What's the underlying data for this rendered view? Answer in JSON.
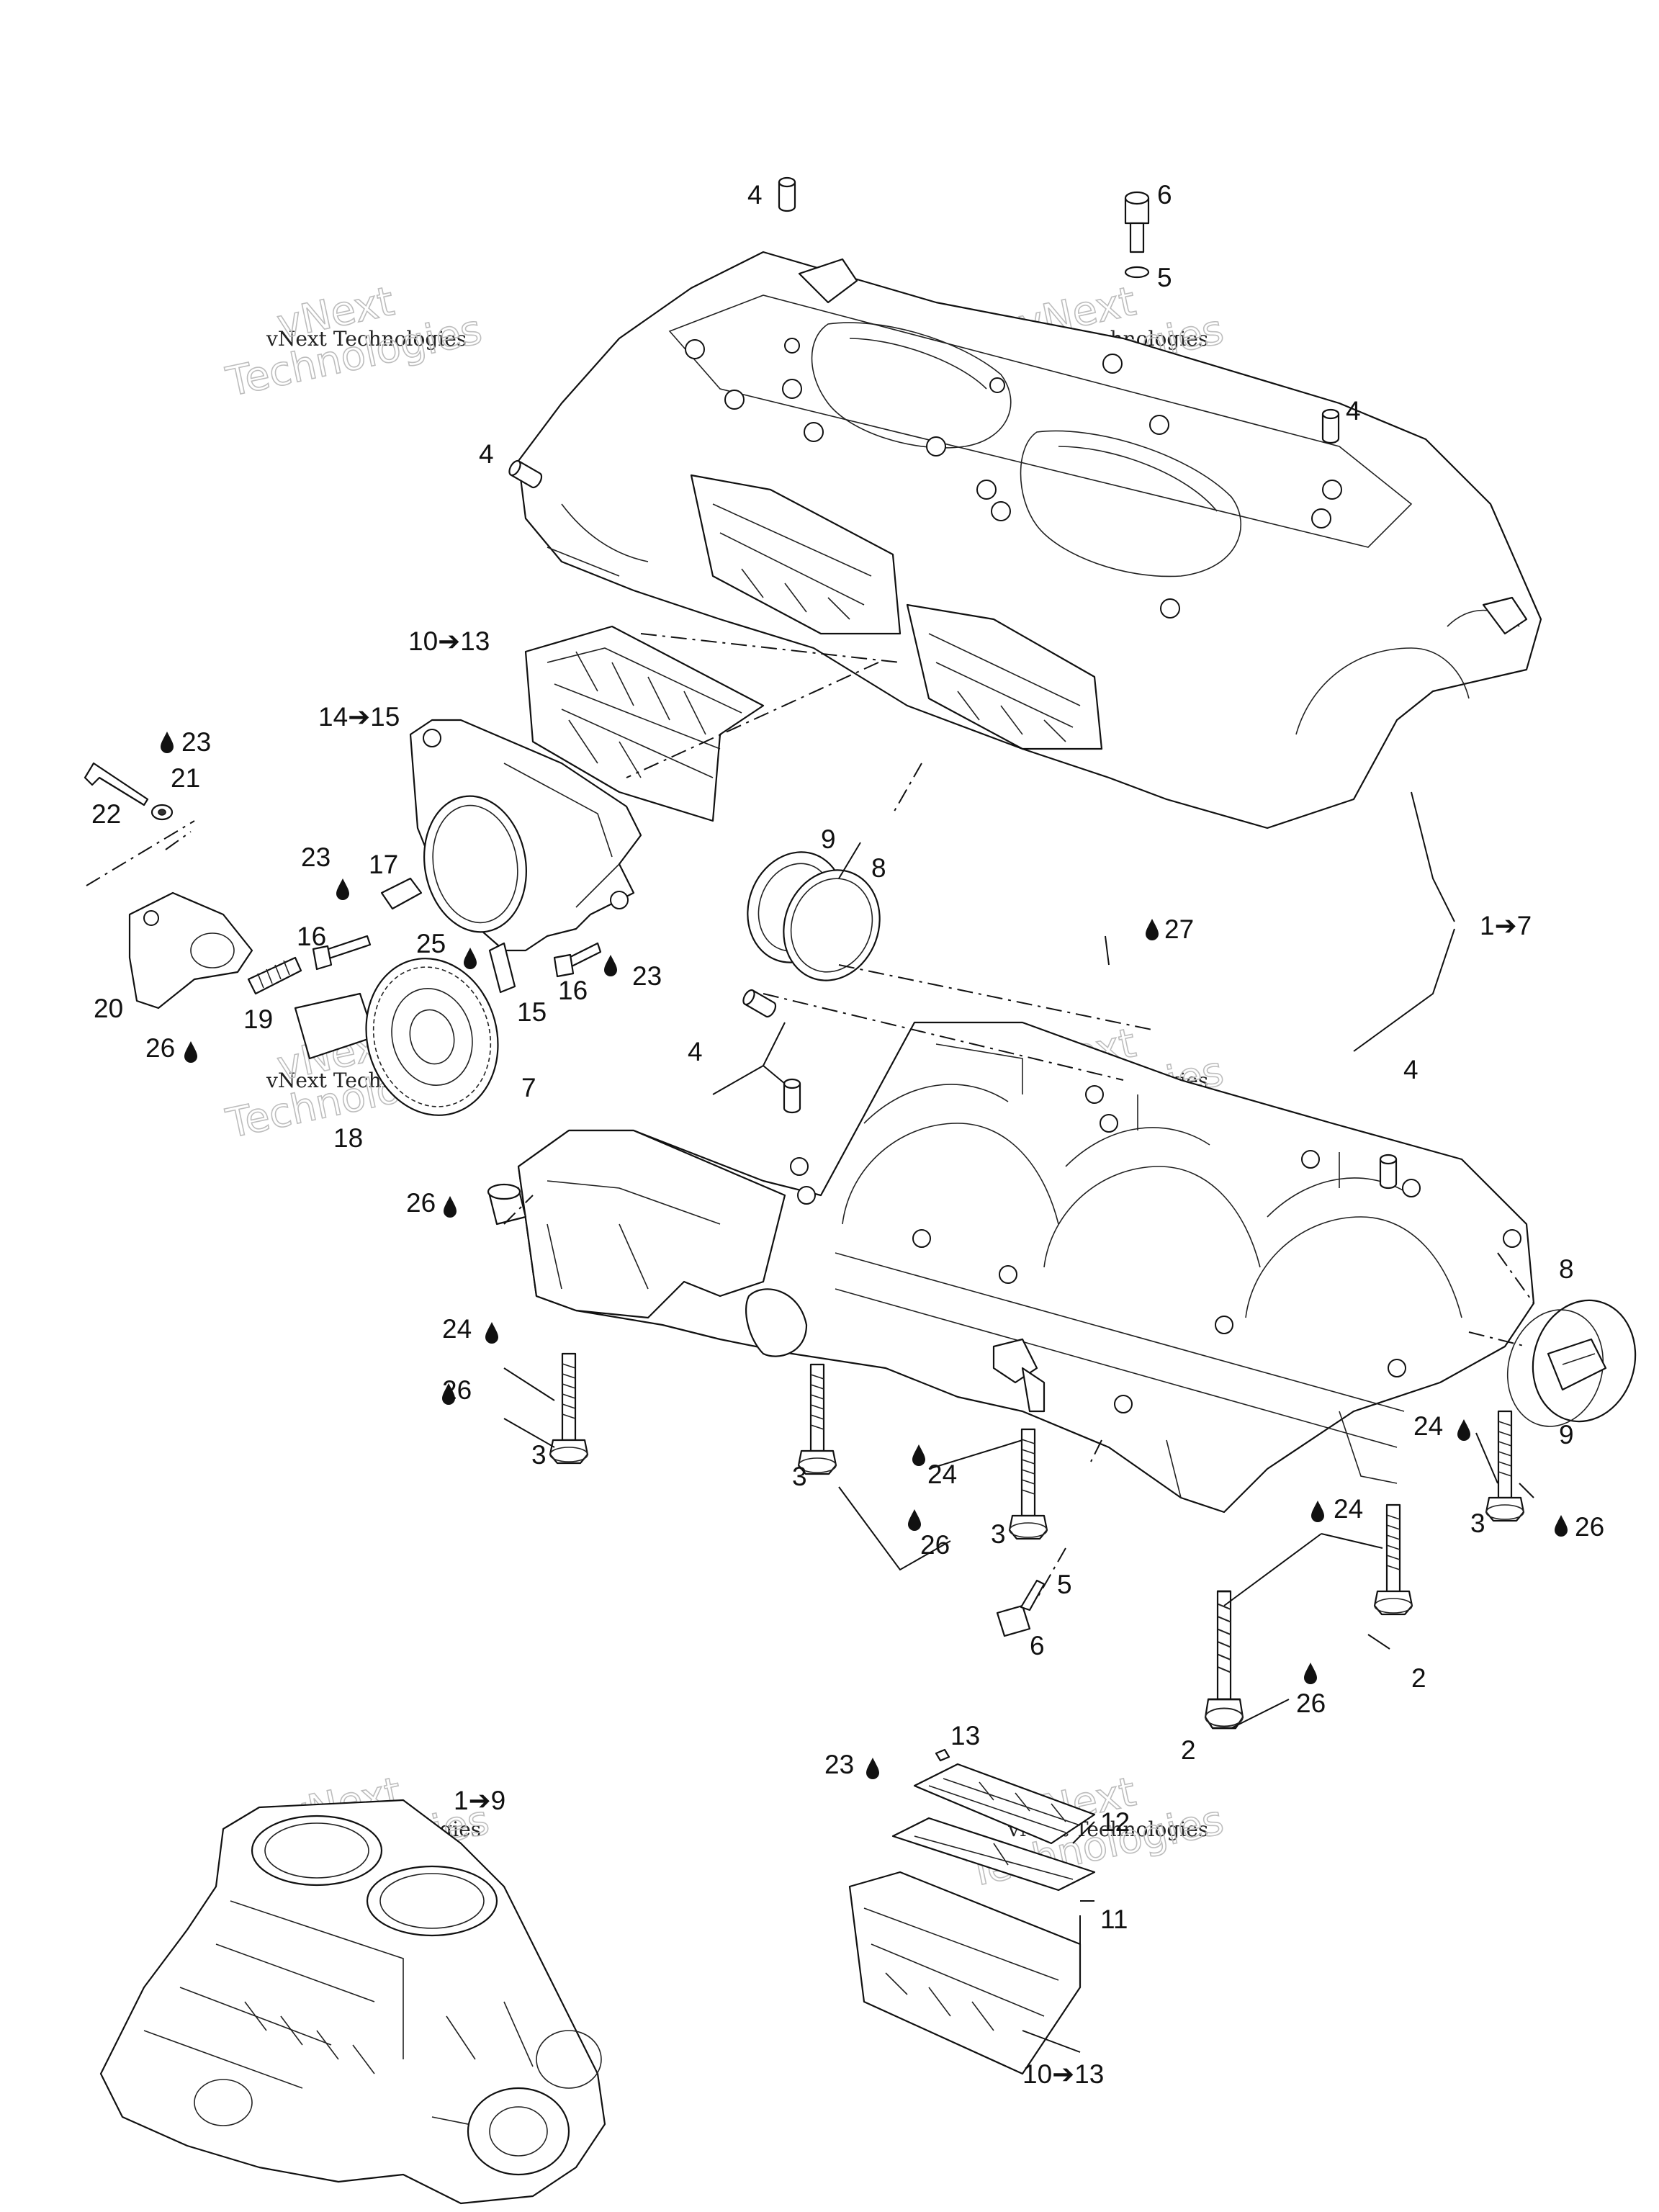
{
  "watermark": {
    "line_small": "vNext Technologies",
    "big_line1": "vNext",
    "big_line2": "Technologies"
  },
  "callouts": {
    "c4_top": "4",
    "c6_top": "6",
    "c5_top": "5",
    "c4_right_top": "4",
    "c4_left_top": "4",
    "c10_13_upper": "10➔13",
    "c14_15": "14➔15",
    "c23_a": "23",
    "c21": "21",
    "c22": "22",
    "c23_b": "23",
    "c17": "17",
    "c9_upper": "9",
    "c8_upper": "8",
    "c27": "27",
    "c1_7": "1➔7",
    "c16_a": "16",
    "c25": "25",
    "c23_c": "23",
    "c15": "15",
    "c16_b": "16",
    "c20": "20",
    "c19": "19",
    "c26_a": "26",
    "c4_mid": "4",
    "c7": "7",
    "c18": "18",
    "c4_right_mid": "4",
    "c26_b": "26",
    "c24_a": "24",
    "c26_c": "26",
    "c3_a": "3",
    "c24_b": "24",
    "c3_b": "3",
    "c26_d": "26",
    "c3_c": "3",
    "c8_lower": "8",
    "c9_lower": "9",
    "c24_c": "24",
    "c3_d": "3",
    "c26_e": "26",
    "c24_d": "24",
    "c5_lower": "5",
    "c6_lower": "6",
    "c26_f": "26",
    "c2_a": "2",
    "c2_b": "2",
    "c13": "13",
    "c23_d": "23",
    "c1_9": "1➔9",
    "c12": "12",
    "c11": "11",
    "c10_13_lower": "10➔13"
  },
  "icons": [
    "oil-drop-icon"
  ]
}
